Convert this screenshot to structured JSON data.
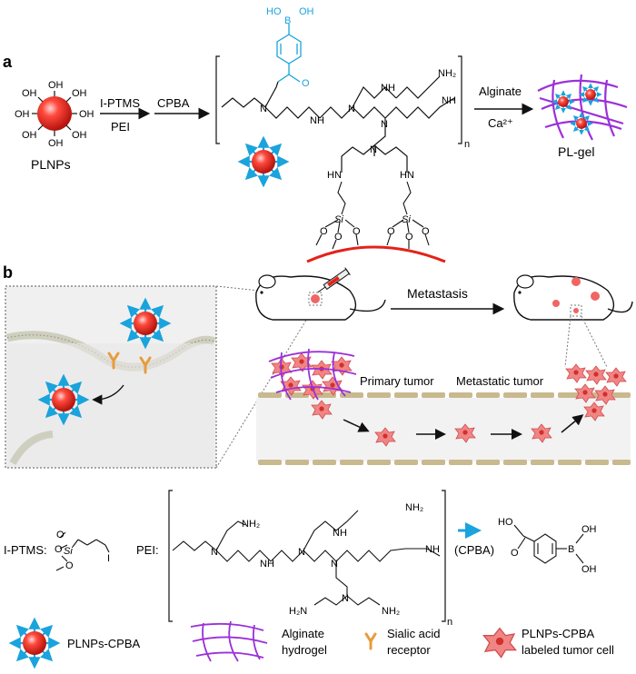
{
  "panel_a": {
    "label": "a",
    "plnps_label": "PLNPs",
    "oh": "OH",
    "step1_top": "I-PTMS",
    "step1_bottom": "PEI",
    "step2_top": "CPBA",
    "step3_top": "Alginate",
    "step3_bottom": "Ca²⁺",
    "product_label": "PL-gel",
    "subscript_n": "n",
    "boronic_b": "B",
    "boronic_oh": "OH",
    "ho": "HO",
    "o": "O",
    "n_atom": "N",
    "nh": "NH",
    "hn": "HN",
    "nh2": "NH₂",
    "si": "Si"
  },
  "panel_b": {
    "label": "b",
    "metastasis": "Metastasis",
    "primary_tumor": "Primary tumor",
    "metastatic_tumor": "Metastatic tumor"
  },
  "structures": {
    "iptms_label": "I-PTMS:",
    "pei_label": "PEI:",
    "cpba_label": "(CPBA)",
    "o": "O",
    "si": "Si",
    "i": "I",
    "n": "n",
    "nh2": "NH₂",
    "h2n": "H₂N",
    "n_atom": "N",
    "nh": "NH",
    "ho": "HO",
    "oh": "OH",
    "b": "B"
  },
  "legend": {
    "plnps_cpba": "PLNPs-CPBA",
    "alginate_line1": "Alginate",
    "alginate_line2": "hydrogel",
    "sialic_line1": "Sialic acid",
    "sialic_line2": "receptor",
    "tumor_line1": "PLNPs-CPBA",
    "tumor_line2": "labeled tumor cell"
  },
  "colors": {
    "cpba_blue": "#1aa3dd",
    "alginate_purple": "#9b30d9",
    "sphere_red": "#e2231a",
    "receptor_orange": "#e89b3c",
    "tumor_pink": "#f08585",
    "vessel_tan": "#c8b98e"
  }
}
